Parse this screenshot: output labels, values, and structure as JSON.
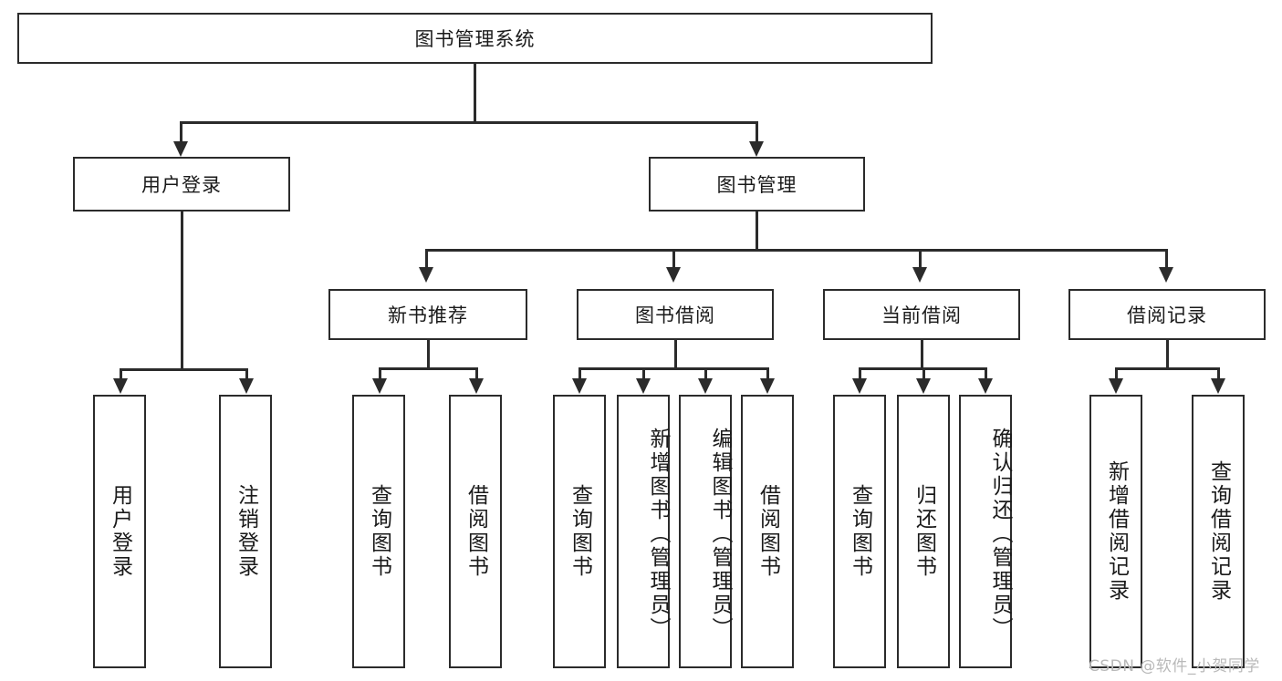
{
  "diagram": {
    "title_node": {
      "label": "图书管理系统"
    },
    "level2": [
      {
        "label": "用户登录"
      },
      {
        "label": "图书管理"
      }
    ],
    "level3": [
      {
        "label": "新书推荐"
      },
      {
        "label": "图书借阅"
      },
      {
        "label": "当前借阅"
      },
      {
        "label": "借阅记录"
      }
    ],
    "leaves": {
      "user_login": [
        {
          "label": "用户登录"
        },
        {
          "label": "注销登录"
        }
      ],
      "new_book": [
        {
          "label": "查询图书"
        },
        {
          "label": "借阅图书"
        }
      ],
      "book_borrow": [
        {
          "label": "查询图书"
        },
        {
          "label": "新增图书（管理员）"
        },
        {
          "label": "编辑图书（管理员）"
        },
        {
          "label": "借阅图书"
        }
      ],
      "current_borrow": [
        {
          "label": "查询图书"
        },
        {
          "label": "归还图书"
        },
        {
          "label": "确认归还（管理员）"
        }
      ],
      "borrow_record": [
        {
          "label": "新增借阅记录"
        },
        {
          "label": "查询借阅记录"
        }
      ]
    }
  },
  "watermark": {
    "text": "CSDN @软件_小贺同学"
  },
  "colors": {
    "stroke": "#2b2b2b",
    "background": "#ffffff",
    "text": "#1a1a1a",
    "watermark": "#b9b9b9"
  }
}
